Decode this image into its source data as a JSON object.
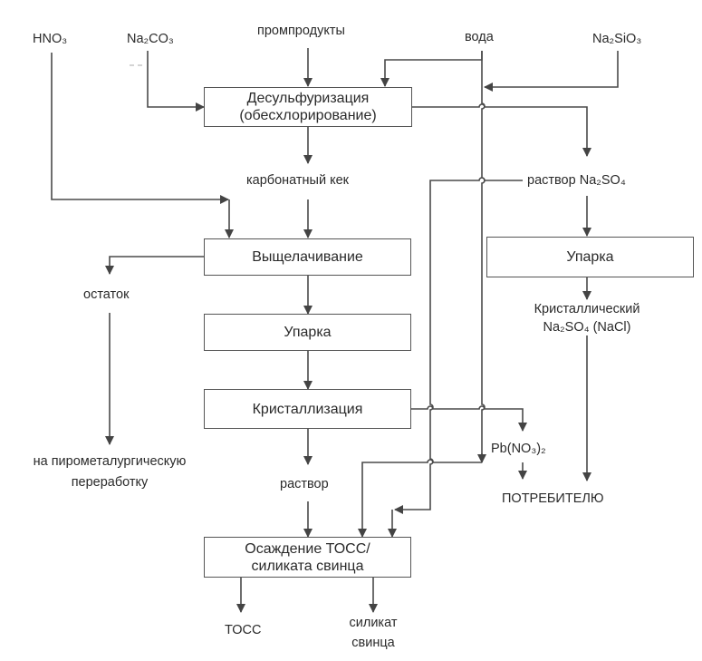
{
  "inputs": {
    "hno3": "HNO₃",
    "na2co3": "Na₂CO₃",
    "promproducts": "промпродукты",
    "water": "вода",
    "na2sio3": "Na₂SiO₃"
  },
  "boxes": {
    "desulf": {
      "line1": "Десульфуризация",
      "line2": "(обесхлорирование)"
    },
    "leaching": {
      "label": "Выщелачивание"
    },
    "evaporation1": {
      "label": "Упарка"
    },
    "crystallization": {
      "label": "Кристаллизация"
    },
    "evaporation2": {
      "label": "Упарка"
    },
    "precipitation": {
      "line1": "Осаждение ТОСС/",
      "line2": "силиката свинца"
    }
  },
  "intermediates": {
    "carbonate_cake": "карбонатный кек",
    "na2so4_solution": "раствор Na₂SO₄",
    "residue": "остаток",
    "pyro_line1": "на пирометалургическую",
    "pyro_line2": "переработку",
    "solution": "раствор",
    "crystal_line1": "Кристаллический",
    "crystal_line2": "Na₂SO₄ (NaCl)",
    "lead_nitrate": "Pb(NO₃)₂",
    "consumer": "ПОТРЕБИТЕЛЮ",
    "toss": "ТОСС",
    "lead_silicate_line1": "силикат",
    "lead_silicate_line2": "свинца"
  },
  "colors": {
    "line": "#4a4a4a",
    "box_border": "#555555",
    "text": "#2a2a2a"
  }
}
